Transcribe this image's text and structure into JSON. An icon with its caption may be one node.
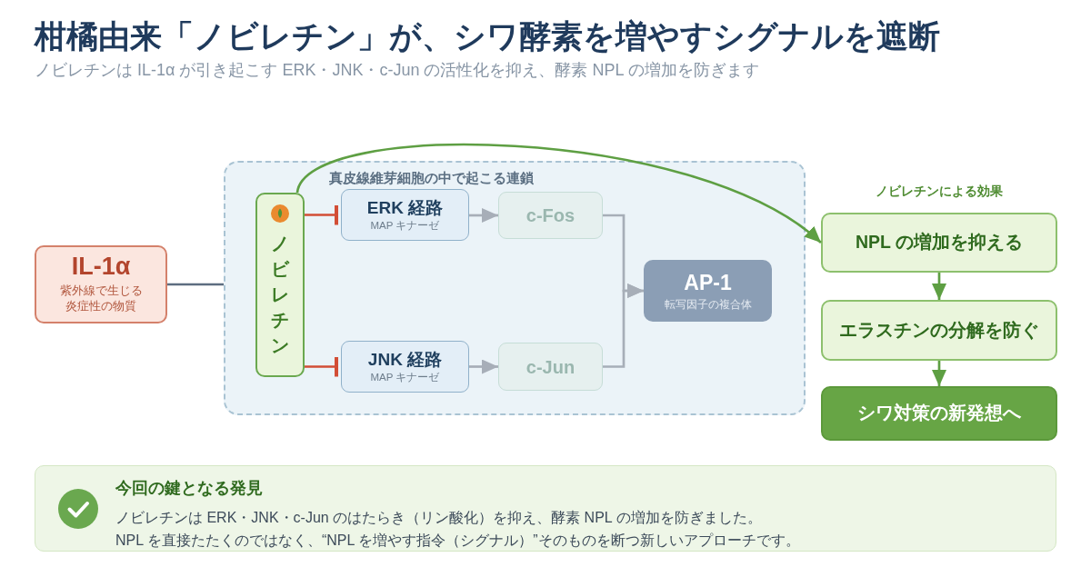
{
  "diagram": {
    "title": "柑橘由来「ノビレチン」が、シワ酵素を増やすシグナルを遮断",
    "nodes": [
      {
        "text": [
          "IL-1α",
          "紫外線で生じる炎症性の物質"
        ]
      },
      {
        "text": [
          "真皮線維芽細胞の中で起こる連鎖"
        ]
      },
      {
        "text": [
          "ノビレチン"
        ],
        "in": 1
      },
      {
        "text": [
          "ERK 経路",
          "MAP キナーゼ"
        ],
        "in": 1
      },
      {
        "text": [
          "c-Fos"
        ],
        "in": 1
      },
      {
        "text": [
          "JNK 経路",
          "MAP キナーゼ"
        ],
        "in": 1
      },
      {
        "text": [
          "c-Jun"
        ],
        "in": 1
      },
      {
        "text": [
          "AP-1",
          "転写因子の複合体"
        ],
        "in": 1
      },
      {
        "text": [
          "NPL の増加を抑える"
        ]
      },
      {
        "text": [
          "エラスチンの分解を防ぐ"
        ]
      },
      {
        "text": [
          "シワ対策の新発想へ"
        ]
      },
      {
        "text": [
          "今回の鍵となる発見",
          "ノビレチンは ERK・JNK・c-Jun のはたらき（リン酸化）を抑え、酵素 NPL の増加を防ぎました。",
          "NPL を直接たたくのではなく、“NPL を増やす指令（シグナル）”そのものを断つ新しいアプローチです。"
        ]
      }
    ],
    "edges": [
      {
        "from": 0,
        "to": 1,
        "arrow": "none",
        "color": "#5d6d80"
      },
      {
        "from": 2,
        "to": 3,
        "arrow": "other",
        "color": "#d24e36"
      },
      {
        "from": 2,
        "to": 5,
        "arrow": "other",
        "color": "#d24e36"
      },
      {
        "from": 3,
        "to": 4,
        "arrow": "to"
      },
      {
        "from": 5,
        "to": 6,
        "arrow": "to"
      },
      {
        "from": 4,
        "to": 7,
        "arrow": "to"
      },
      {
        "from": 6,
        "to": 7,
        "arrow": "to"
      },
      {
        "from": 2,
        "to": 8,
        "arrow": "to",
        "color": "#5e9f43"
      },
      {
        "from": 8,
        "to": 9,
        "arrow": "to",
        "color": "#5e9f43"
      },
      {
        "from": 9,
        "to": 10,
        "arrow": "to",
        "color": "#5e9f43"
      }
    ],
    "labels": [
      "ノビレチンは IL-1α が引き起こす ERK・JNK・c-Jun の活性化を抑え、酵素 NPL の増加を防ぎます",
      "ノビレチンによる効果"
    ]
  }
}
